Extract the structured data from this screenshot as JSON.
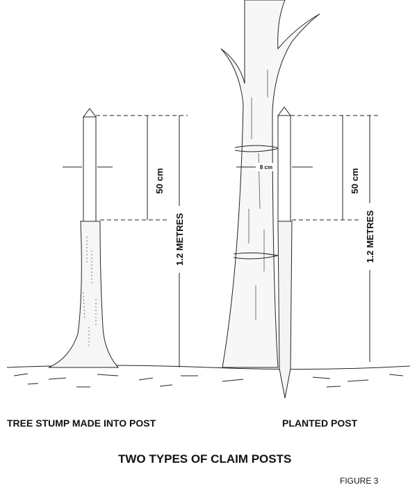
{
  "labels": {
    "left_post_caption": "TREE STUMP MADE INTO POST",
    "right_post_caption": "PLANTED POST",
    "title": "TWO TYPES OF CLAIM POSTS",
    "figure": "FIGURE 3",
    "left_50cm": "50 cm",
    "left_height": "1.2 METRES",
    "right_50cm": "50 cm",
    "right_height": "1.2 METRES",
    "width_dim": "8 cm"
  }
}
